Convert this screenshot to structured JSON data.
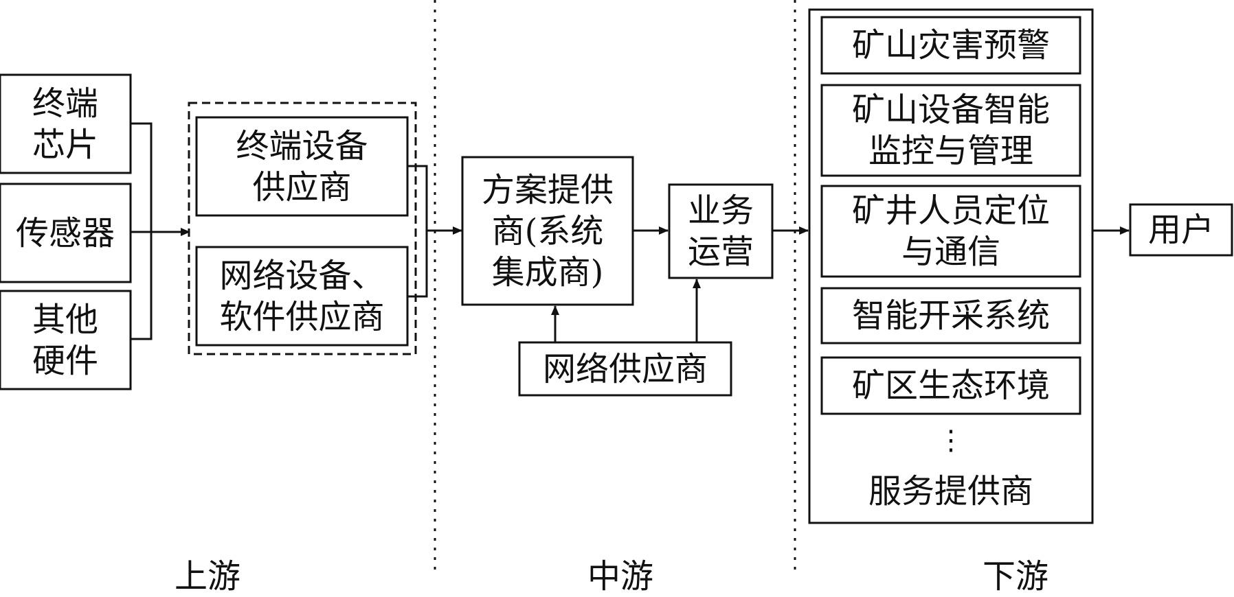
{
  "upstream": {
    "stage_label": "上游",
    "terminal_chip": "终端\n芯片",
    "sensor": "传感器",
    "other_hardware": "其他\n硬件",
    "terminal_device_supplier": "终端设备\n供应商",
    "network_software_supplier": "网络设备、\n软件供应商"
  },
  "midstream": {
    "stage_label": "中游",
    "solution_provider": "方案提供\n商(系统\n集成商)",
    "business_operation": "业务\n运营",
    "network_supplier": "网络供应商"
  },
  "downstream": {
    "stage_label": "下游",
    "services": [
      "矿山灾害预警",
      "矿山设备智能\n监控与管理",
      "矿井人员定位\n与通信",
      "智能开采系统",
      "矿区生态环境"
    ],
    "ellipsis": "⋮",
    "provider_label": "服务提供商",
    "user": "用户"
  }
}
